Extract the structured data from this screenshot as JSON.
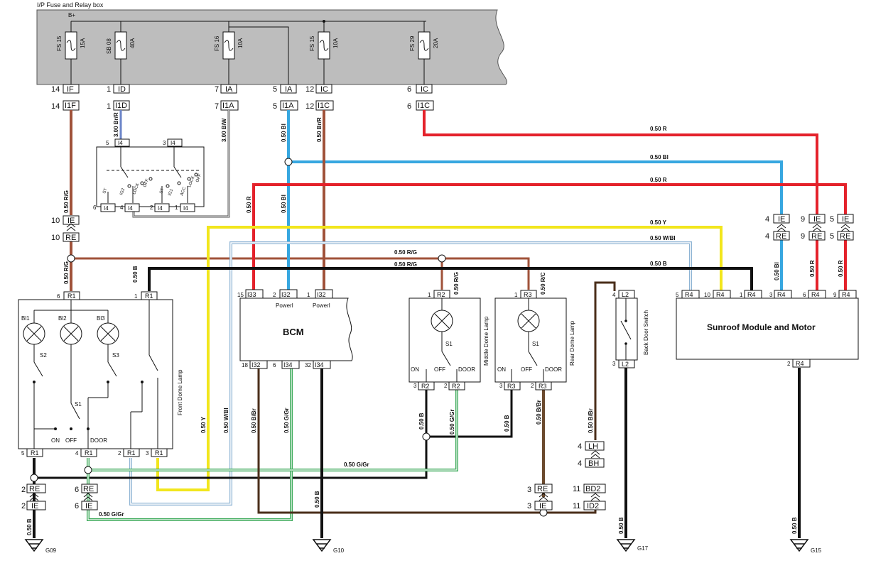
{
  "fuse_box": {
    "title": "I/P Fuse and Relay box",
    "bplus": "B+",
    "fuses": [
      {
        "id": "FS 15",
        "rating": "15A",
        "pin": "14",
        "conn": "IF",
        "pin2": "14",
        "conn2": "I1F"
      },
      {
        "id": "SB 08",
        "rating": "40A",
        "pin": "1",
        "conn": "ID",
        "pin2": "1",
        "conn2": "I1D"
      },
      {
        "id": "FS 16",
        "rating": "10A",
        "pin": "7",
        "conn": "IA",
        "pin2": "7",
        "conn2": "I1A"
      },
      {
        "id": "",
        "rating": "",
        "pin": "5",
        "conn": "IA",
        "pin2": "5",
        "conn2": "I1A"
      },
      {
        "id": "FS 15",
        "rating": "10A",
        "pin": "12",
        "conn": "IC",
        "pin2": "12",
        "conn2": "I1C"
      },
      {
        "id": "FS 29",
        "rating": "20A",
        "pin": "6",
        "conn": "IC",
        "pin2": "6",
        "conn2": "I1C"
      }
    ]
  },
  "wires": {
    "w_300_br_r": "3.00 Br/R",
    "w_300_b_w": "3.00 B/W",
    "w_050_bl": "0.50 Bl",
    "w_050_br_r": "0.50 Br/R",
    "w_050_r": "0.50 R",
    "w_050_bl_h": "0.50 Bl",
    "w_050_r_h2": "0.50 R",
    "w_050_r_g": "0.50 R/G",
    "w_050_r_g2": "0.50 R/G",
    "w_050_y": "0.50 Y",
    "w_050_w_bl": "0.50 W/Bl",
    "w_050_rg_mid1": "0.50 R/G",
    "w_050_rg_mid2": "0.50 R/G",
    "w_050_b_main": "0.50 B",
    "w_050_b_r1": "0.50 B",
    "w_050_r_vert": "0.50 R",
    "w_050_bl_vert": "0.50 Bl",
    "w_050_rg_r2": "0.50 R/G",
    "w_050_rc_r3": "0.50 R/C",
    "w_050_bl_r4": "0.50 Bl",
    "w_050_r_r4a": "0.50 R",
    "w_050_r_r4b": "0.50 R",
    "w_050_y_v": "0.50 Y",
    "w_050_wbl_v": "0.50 W/Bl",
    "w_050_bbr_v": "0.50 B/Br",
    "w_050_ggr_v": "0.50 G/Gr",
    "w_050_b_bcm": "0.50 B",
    "w_050_b_r2": "0.50 B",
    "w_050_ggr_r2": "0.50 G/Gr",
    "w_050_b_r3": "0.50 B",
    "w_050_bbr_r3": "0.50 B/Br",
    "w_050_bbr_bds": "0.50 B/Br",
    "w_050_ggr_h": "0.50 G/Gr",
    "w_050_ggr_bottom": "0.50 G/Gr",
    "w_050_b_g09": "0.50 B",
    "w_050_b_g17": "0.50 B",
    "w_050_b_g15": "0.50 B"
  },
  "connectors": {
    "ie_left": {
      "pin": "10",
      "name": "IE"
    },
    "re_left": {
      "pin": "10",
      "name": "RE"
    },
    "ie_r1": {
      "pin": "4",
      "name": "IE"
    },
    "re_r1": {
      "pin": "4",
      "name": "RE"
    },
    "ie_r2": {
      "pin": "9",
      "name": "IE"
    },
    "re_r2": {
      "pin": "9",
      "name": "RE"
    },
    "ie_r3": {
      "pin": "5",
      "name": "IE"
    },
    "re_r3": {
      "pin": "5",
      "name": "RE"
    },
    "re_g09": {
      "pin": "2",
      "name": "RE"
    },
    "ie_g09": {
      "pin": "2",
      "name": "IE"
    },
    "re_6": {
      "pin": "6",
      "name": "RE"
    },
    "ie_6": {
      "pin": "6",
      "name": "IE"
    },
    "re_3": {
      "pin": "3",
      "name": "RE"
    },
    "ie_3": {
      "pin": "3",
      "name": "IE"
    },
    "lh": {
      "pin": "4",
      "name": "LH"
    },
    "bh": {
      "pin": "4",
      "name": "BH"
    },
    "bd2": {
      "pin": "11",
      "name": "BD2"
    },
    "id2": {
      "pin": "11",
      "name": "ID2"
    }
  },
  "switch_i4": {
    "top_pins": [
      {
        "pin": "5",
        "name": "I4"
      },
      {
        "pin": "3",
        "name": "I4"
      }
    ],
    "bottom_pins": [
      {
        "pin": "6",
        "name": "I4"
      },
      {
        "pin": "4",
        "name": "I4"
      },
      {
        "pin": "2",
        "name": "I4"
      },
      {
        "pin": "1",
        "name": "I4"
      }
    ],
    "labels": [
      "ST",
      "IG2",
      "LOCK",
      "OFF",
      "ST",
      "IG1",
      "ACC",
      "LOCK",
      "OFF"
    ]
  },
  "front_dome": {
    "title": "Front Dome Lamp",
    "bulbs": [
      "Bl1",
      "Bl2",
      "Bl3"
    ],
    "switches": [
      "S2",
      "S3",
      "S1"
    ],
    "positions": [
      "ON",
      "OFF",
      "DOOR"
    ],
    "top_pins": [
      {
        "pin": "6",
        "name": "R1"
      },
      {
        "pin": "1",
        "name": "R1"
      }
    ],
    "bottom_pins": [
      {
        "pin": "5",
        "name": "R1"
      },
      {
        "pin": "4",
        "name": "R1"
      },
      {
        "pin": "2",
        "name": "R1"
      },
      {
        "pin": "3",
        "name": "R1"
      }
    ]
  },
  "bcm": {
    "title": "BCM",
    "top_pins": [
      {
        "pin": "15",
        "name": "I33",
        "sub": ""
      },
      {
        "pin": "2",
        "name": "I32",
        "sub": "PowerI"
      },
      {
        "pin": "1",
        "name": "I32",
        "sub": "PowerI"
      }
    ],
    "bottom_pins": [
      {
        "pin": "18",
        "name": "I32"
      },
      {
        "pin": "6",
        "name": "I34"
      },
      {
        "pin": "32",
        "name": "I34"
      }
    ]
  },
  "middle_dome": {
    "title": "Middle Dome Lamp",
    "switch": "S1",
    "positions": [
      "ON",
      "OFF",
      "DOOR"
    ],
    "top_pin": {
      "pin": "1",
      "name": "R2"
    },
    "bottom_pins": [
      {
        "pin": "3",
        "name": "R2"
      },
      {
        "pin": "2",
        "name": "R2"
      }
    ]
  },
  "rear_dome": {
    "title": "Rear Dome Lamp",
    "switch": "S1",
    "positions": [
      "ON",
      "OFF",
      "DOOR"
    ],
    "top_pin": {
      "pin": "1",
      "name": "R3"
    },
    "bottom_pins": [
      {
        "pin": "3",
        "name": "R3"
      },
      {
        "pin": "2",
        "name": "R3"
      }
    ]
  },
  "back_door": {
    "title": "Back Door Switch",
    "top_pin": {
      "pin": "4",
      "name": "L2"
    },
    "bottom_pin": {
      "pin": "3",
      "name": "L2"
    }
  },
  "sunroof": {
    "title": "Sunroof Module and Motor",
    "top_pins": [
      {
        "pin": "5",
        "name": "R4"
      },
      {
        "pin": "10",
        "name": "R4"
      },
      {
        "pin": "1",
        "name": "R4"
      },
      {
        "pin": "3",
        "name": "R4"
      },
      {
        "pin": "6",
        "name": "R4"
      },
      {
        "pin": "9",
        "name": "R4"
      }
    ],
    "bottom_pin": {
      "pin": "2",
      "name": "R4"
    }
  },
  "grounds": [
    "G09",
    "G10",
    "G17",
    "G15"
  ],
  "colors": {
    "red": "#e4222b",
    "blue": "#37a7e0",
    "brown": "#a0523a",
    "black": "#111111",
    "yellow": "#f2e61d",
    "green": "#3daa5a",
    "light_blue": "#a8c8e0",
    "dark_brown": "#4a2e1a",
    "gray_box": "#bdbdbd"
  }
}
